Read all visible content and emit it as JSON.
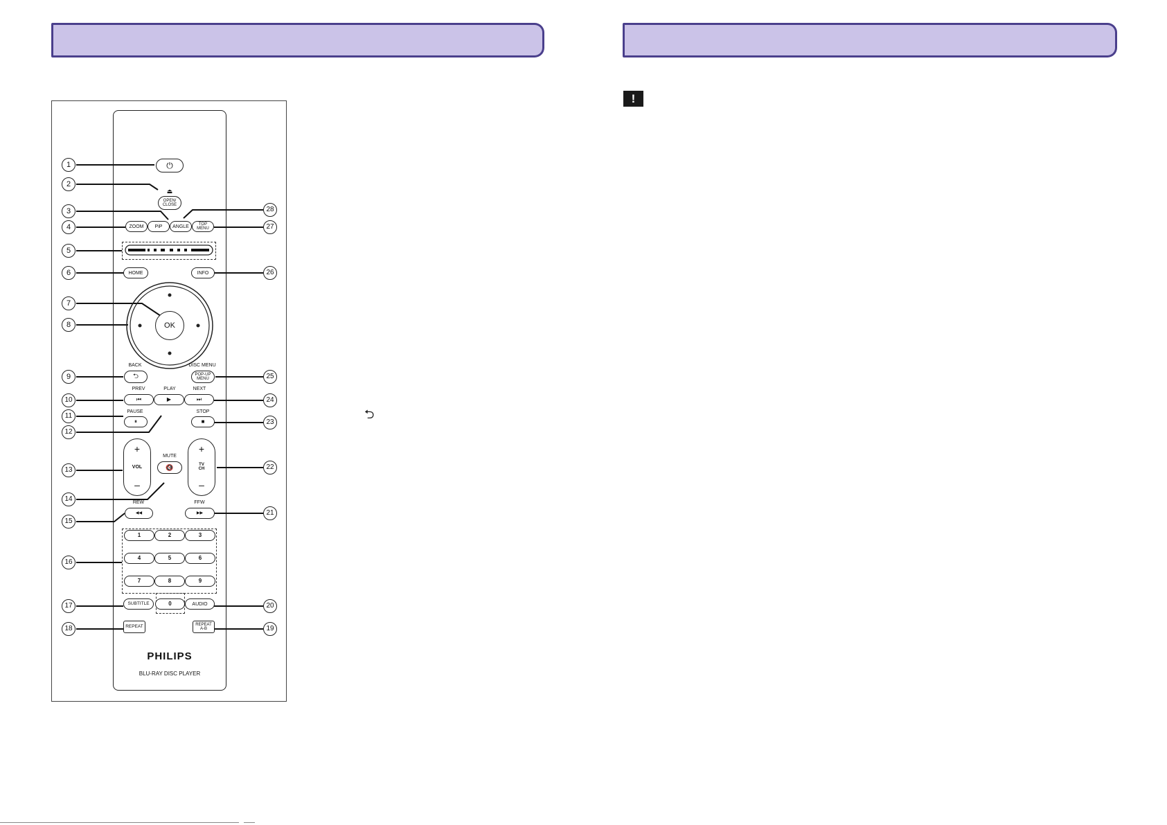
{
  "remote": {
    "buttons": {
      "open_close": "OPEN/\nCLOSE",
      "eject": "⏏",
      "zoom": "ZOOM",
      "pip": "PiP",
      "angle": "ANGLE",
      "top_menu": "TOP\nMENU",
      "home": "HOME",
      "info": "INFO",
      "ok": "OK",
      "back_label": "BACK",
      "disc_menu_label": "DISC MENU",
      "popup_menu": "POP-UP\nMENU",
      "prev_label": "PREV",
      "play_label": "PLAY",
      "next_label": "NEXT",
      "pause_label": "PAUSE",
      "stop_label": "STOP",
      "vol": "VOL",
      "mute_label": "MUTE",
      "tv_ch": "TV\nCH",
      "rew_label": "REW",
      "ffw_label": "FFW",
      "subtitle": "SUBTITLE",
      "audio": "AUDIO",
      "repeat": "REPEAT",
      "repeat_ab": "REPEAT\nA-B",
      "plus": "+",
      "minus": "–",
      "power": "⏻",
      "prev": "⏮",
      "play": "▶",
      "next": "⏭",
      "pause": "⏸",
      "stop": "■",
      "mute": "🔇",
      "rew": "◀◀",
      "ffw": "▶▶",
      "back": "⮌"
    },
    "numbers": [
      "1",
      "2",
      "3",
      "4",
      "5",
      "6",
      "7",
      "8",
      "9",
      "0"
    ],
    "brand": "PHILIPS",
    "model": "BLU-RAY DISC PLAYER"
  },
  "callouts": [
    "1",
    "2",
    "3",
    "4",
    "5",
    "6",
    "7",
    "8",
    "9",
    "10",
    "11",
    "12",
    "13",
    "14",
    "15",
    "16",
    "17",
    "18",
    "19",
    "20",
    "21",
    "22",
    "23",
    "24",
    "25",
    "26",
    "27",
    "28"
  ],
  "notice_icon": "!",
  "back_symbol": "⮌"
}
